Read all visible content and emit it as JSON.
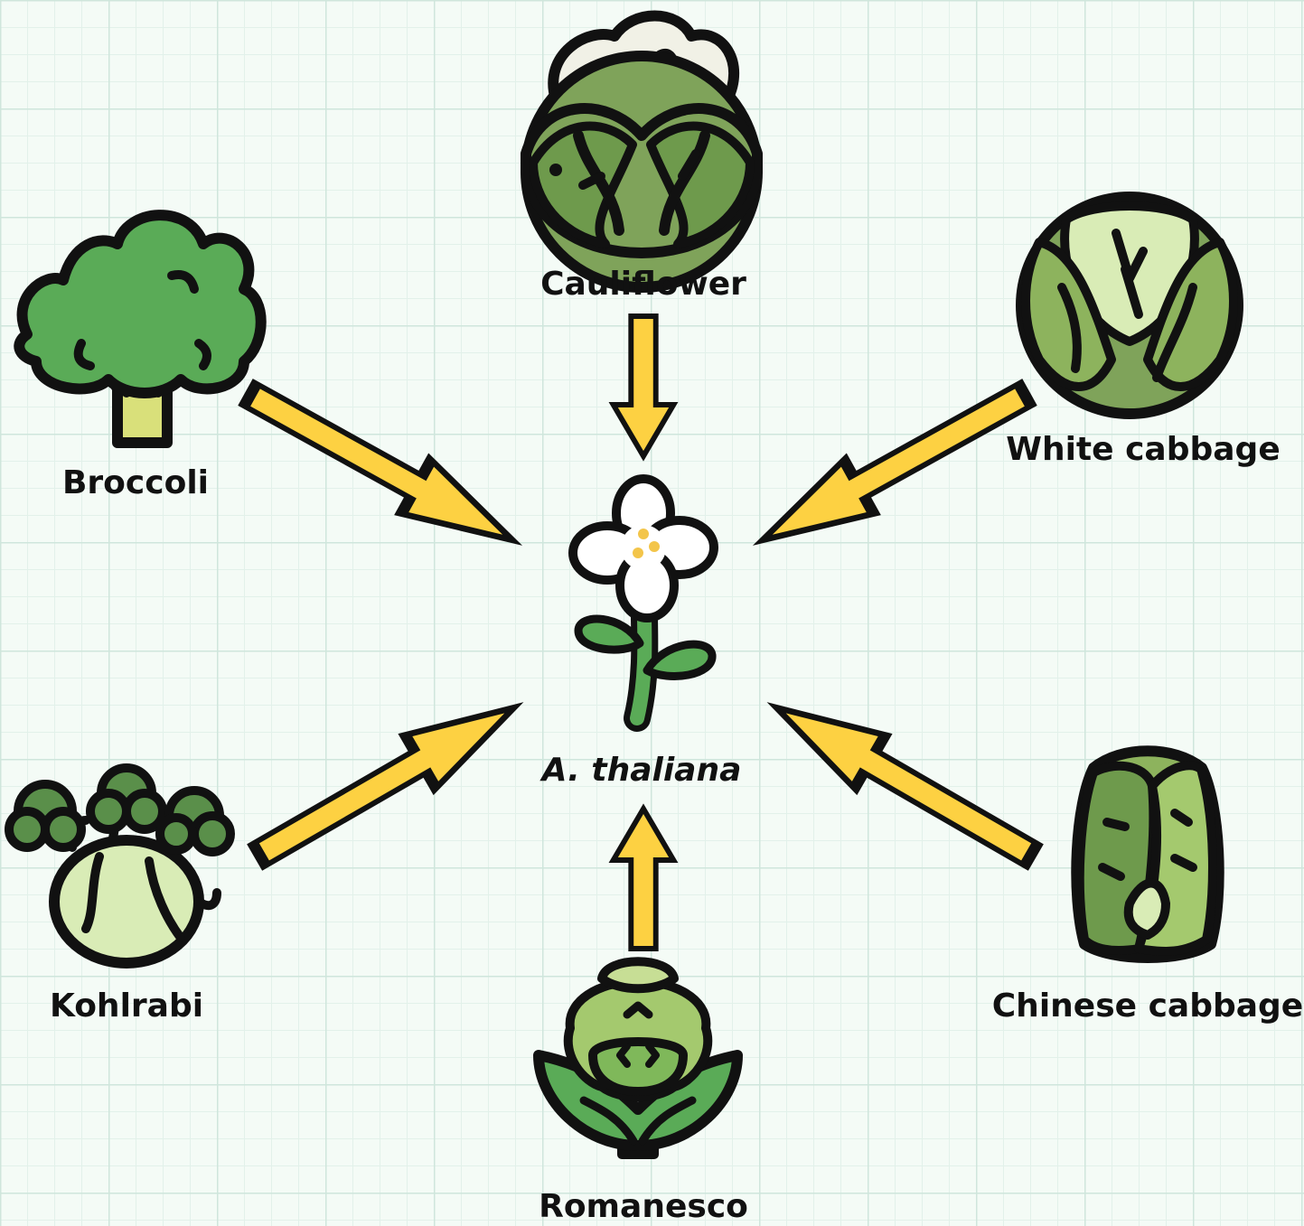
{
  "center": {
    "label": "A. thaliana",
    "icon": "flower-icon"
  },
  "vegetables": [
    {
      "id": "cauliflower",
      "label": "Cauliflower",
      "icon": "cauliflower-icon"
    },
    {
      "id": "white-cabbage",
      "label": "White cabbage",
      "icon": "white-cabbage-icon"
    },
    {
      "id": "chinese-cabbage",
      "label": "Chinese cabbage",
      "icon": "chinese-cabbage-icon"
    },
    {
      "id": "romanesco",
      "label": "Romanesco",
      "icon": "romanesco-icon"
    },
    {
      "id": "kohlrabi",
      "label": "Kohlrabi",
      "icon": "kohlrabi-icon"
    },
    {
      "id": "broccoli",
      "label": "Broccoli",
      "icon": "broccoli-icon"
    }
  ],
  "colors": {
    "arrow": "#fdd142",
    "outline": "#111111",
    "green_dark": "#3f8f4a",
    "green": "#5aab57",
    "green_light": "#7fb85a",
    "pale_green": "#d9ecb6",
    "cream": "#f1f1e6"
  }
}
